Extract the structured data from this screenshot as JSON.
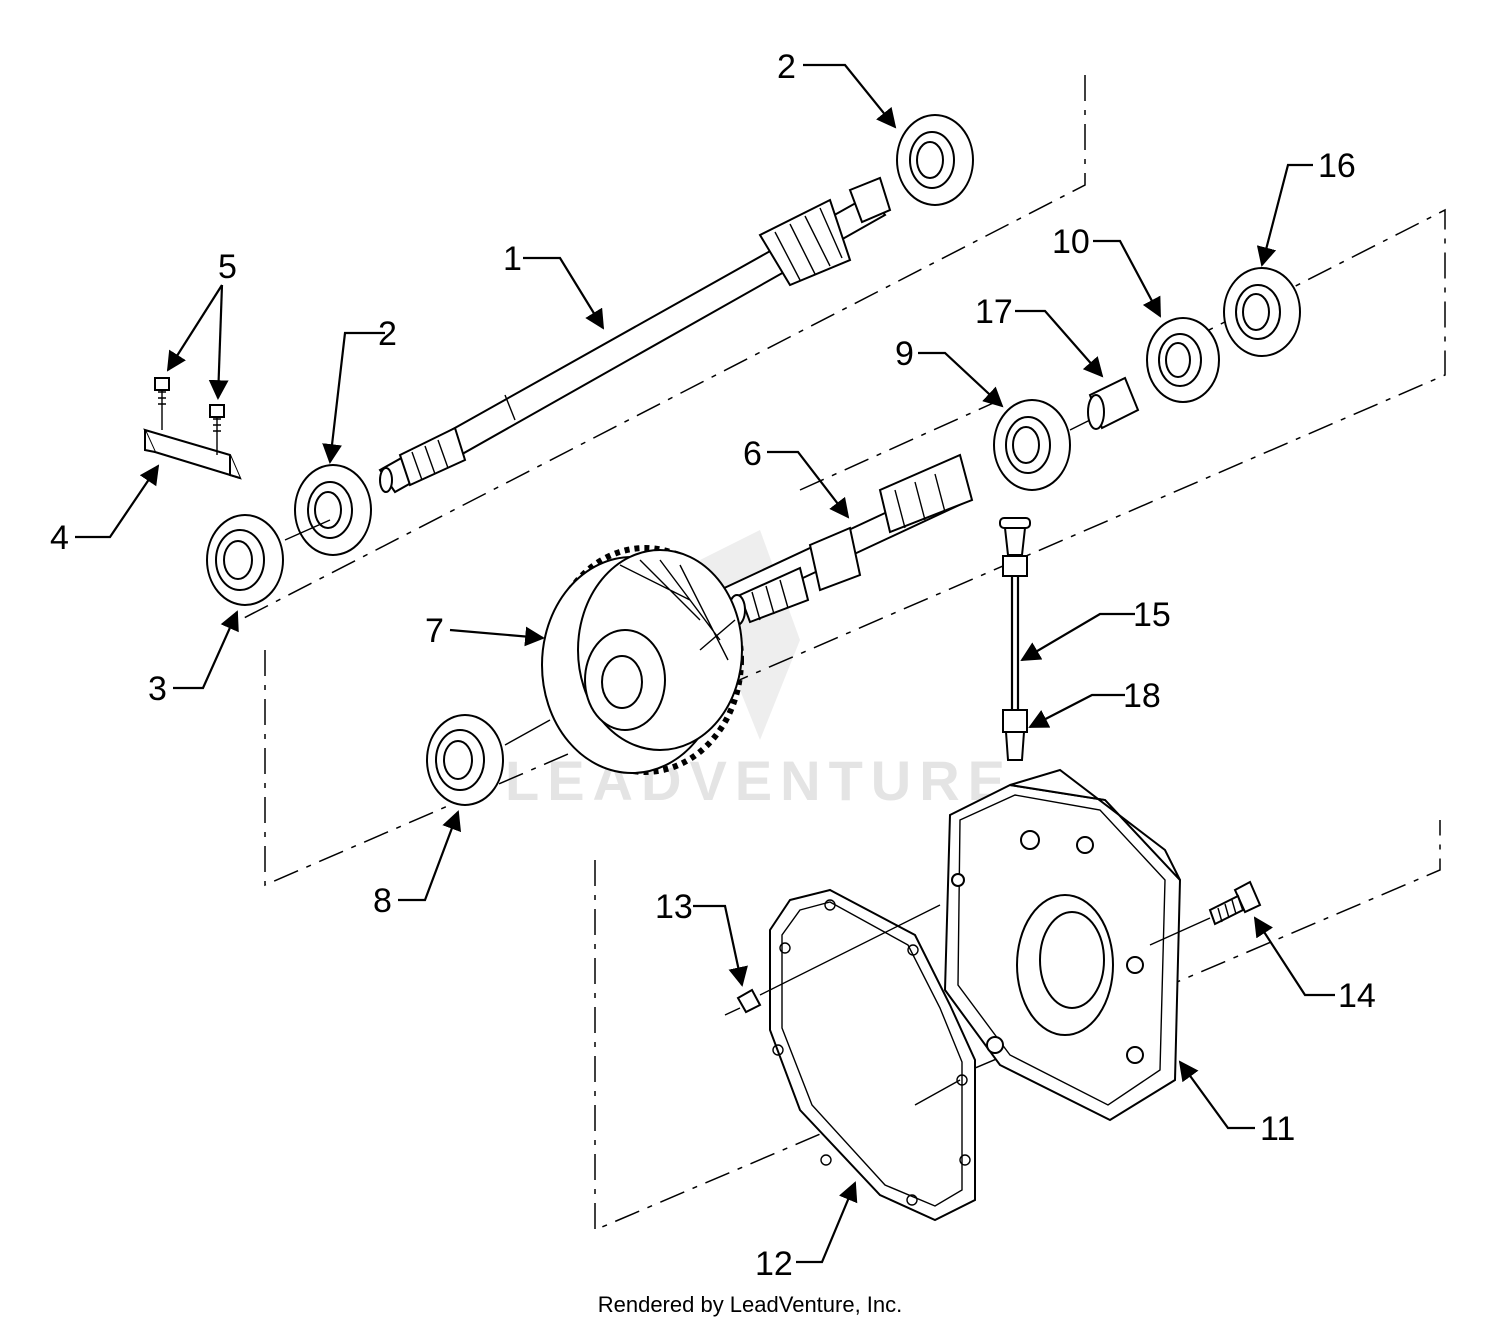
{
  "watermark": "LEADVENTURE",
  "footer": "Rendered by LeadVenture, Inc.",
  "callouts": [
    {
      "id": "c1",
      "label": "1"
    },
    {
      "id": "c2a",
      "label": "2"
    },
    {
      "id": "c2b",
      "label": "2"
    },
    {
      "id": "c3",
      "label": "3"
    },
    {
      "id": "c4",
      "label": "4"
    },
    {
      "id": "c5",
      "label": "5"
    },
    {
      "id": "c6",
      "label": "6"
    },
    {
      "id": "c7",
      "label": "7"
    },
    {
      "id": "c8",
      "label": "8"
    },
    {
      "id": "c9",
      "label": "9"
    },
    {
      "id": "c10",
      "label": "10"
    },
    {
      "id": "c11",
      "label": "11"
    },
    {
      "id": "c12",
      "label": "12"
    },
    {
      "id": "c13",
      "label": "13"
    },
    {
      "id": "c14",
      "label": "14"
    },
    {
      "id": "c15",
      "label": "15"
    },
    {
      "id": "c16",
      "label": "16"
    },
    {
      "id": "c17",
      "label": "17"
    },
    {
      "id": "c18",
      "label": "18"
    }
  ]
}
